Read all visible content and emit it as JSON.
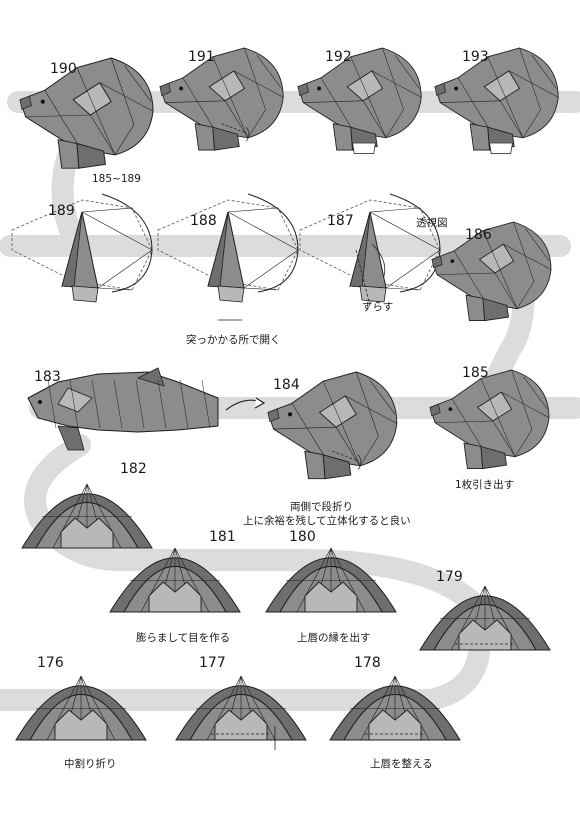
{
  "steps": [
    {
      "number": "190"
    },
    {
      "number": "191"
    },
    {
      "number": "192"
    },
    {
      "number": "193"
    },
    {
      "number": "189"
    },
    {
      "number": "188"
    },
    {
      "number": "187"
    },
    {
      "number": "186"
    },
    {
      "number": "183"
    },
    {
      "number": "184"
    },
    {
      "number": "185"
    },
    {
      "number": "182"
    },
    {
      "number": "181"
    },
    {
      "number": "180"
    },
    {
      "number": "179"
    },
    {
      "number": "176"
    },
    {
      "number": "177"
    },
    {
      "number": "178"
    }
  ],
  "notes": {
    "range_ref": "185~189",
    "perspective": "透視図",
    "open_where_caught": "突っかかる所で開く",
    "shift": "ずらす",
    "pull_one_layer": "1枚引き出す",
    "pleat_both_sides": "両側で段折り",
    "leave_slack": "上に余裕を残して立体化すると良い",
    "puff_eyes": "膨らまして目を作る",
    "upper_lip_edge": "上唇の縁を出す",
    "inside_reverse": "中割り折り",
    "shape_upper_lip": "上唇を整える"
  },
  "colors": {
    "paper": "#8c8c8c",
    "paper_dark": "#6e6e6e",
    "paper_light": "#b8b8b8",
    "path_band": "#d9d9d9",
    "line": "#1f1f1f"
  }
}
